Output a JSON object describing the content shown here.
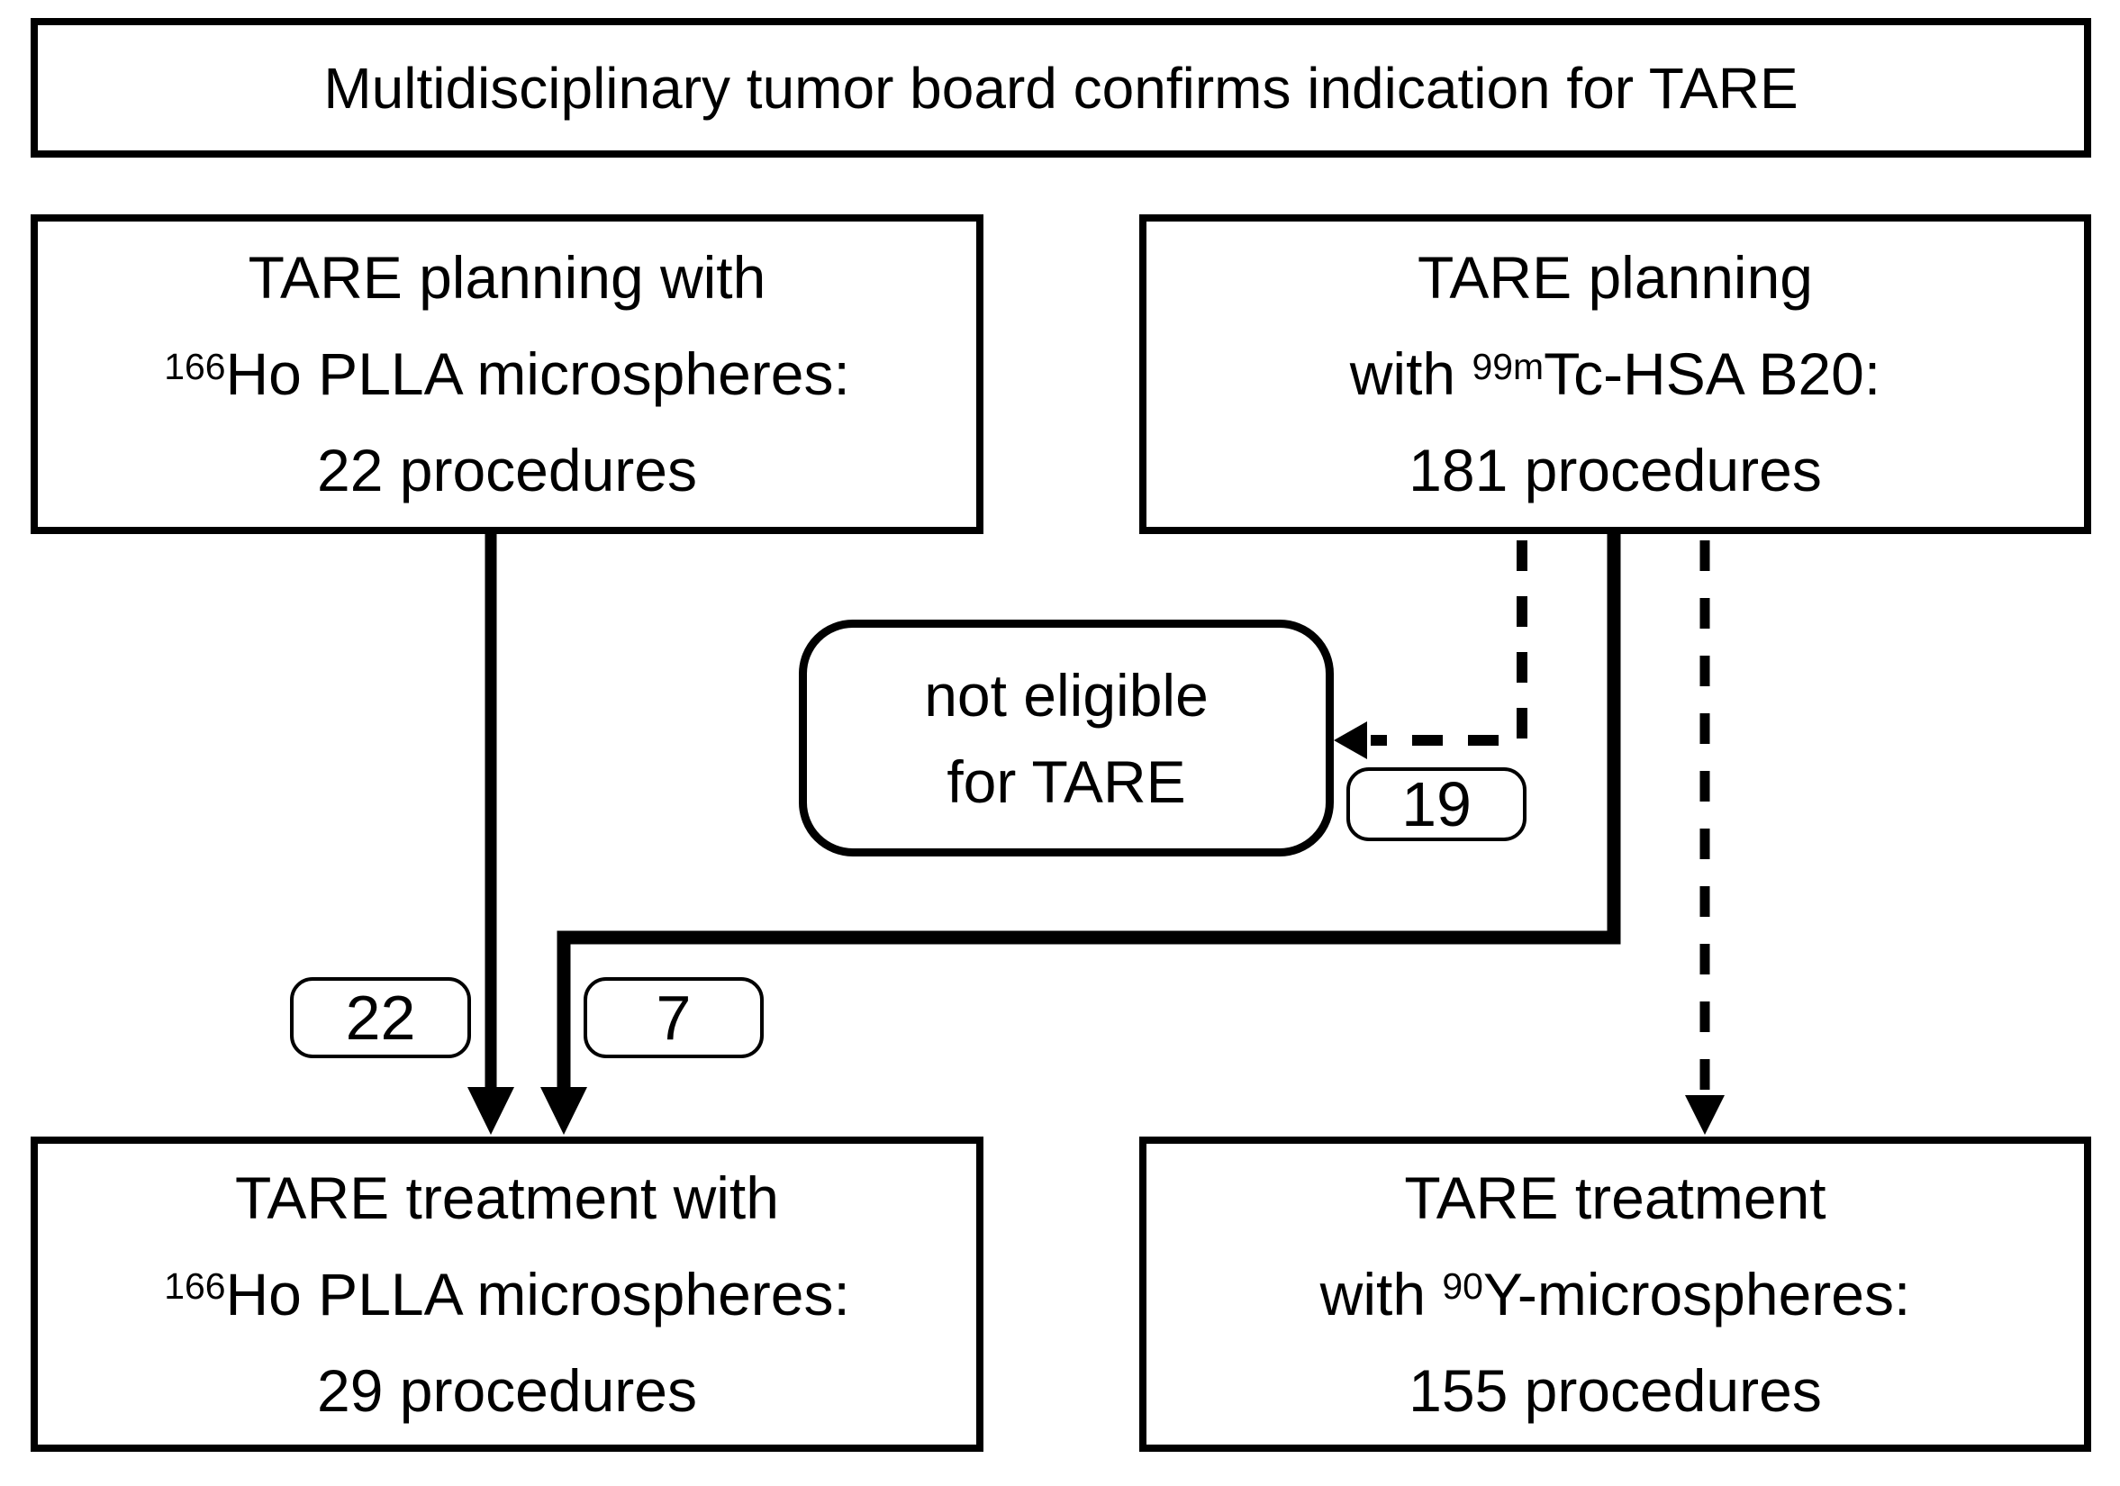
{
  "flowchart": {
    "colors": {
      "stroke": "#000000",
      "background": "#ffffff"
    },
    "top_box": {
      "text": "Multidisciplinary tumor board confirms indication for TARE"
    },
    "planning_ho_box": {
      "line1": "TARE planning with",
      "line2_sup": "166",
      "line2_text": "Ho PLLA microspheres:",
      "line3": "22 procedures"
    },
    "planning_tc_box": {
      "line1": "TARE planning",
      "line2_pre": "with ",
      "line2_sup": "99m",
      "line2_text": "Tc-HSA B20:",
      "line3": "181 procedures"
    },
    "not_eligible_box": {
      "line1": "not eligible",
      "line2": "for TARE"
    },
    "treatment_ho_box": {
      "line1": "TARE treatment with",
      "line2_sup": "166",
      "line2_text": "Ho PLLA microspheres:",
      "line3": "29 procedures"
    },
    "treatment_y_box": {
      "line1": "TARE treatment",
      "line2_pre": "with ",
      "line2_sup": "90",
      "line2_text": "Y-microspheres:",
      "line3": "155 procedures"
    },
    "count_labels": {
      "planning_ho_to_treatment_ho": "22",
      "planning_tc_to_treatment_ho": "7",
      "planning_tc_to_not_eligible": "19"
    }
  }
}
